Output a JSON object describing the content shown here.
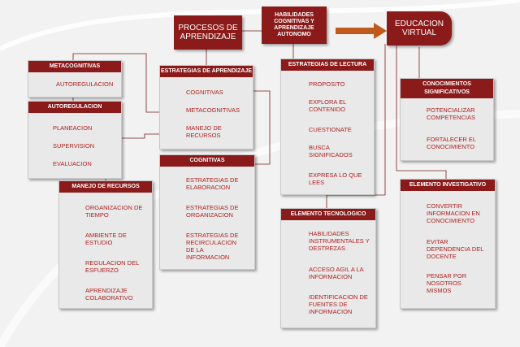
{
  "main": {
    "procesos": "PROCESOS DE APRENDIZAJE",
    "habilidades": "HABILIDADES COGNITIVAS Y APRENDIZAJE AUTONOMO",
    "educacion": "EDUCACION VIRTUAL"
  },
  "metacognitivas": {
    "title": "METACOGNITIVAS",
    "items": [
      "AUTOREGULACION"
    ]
  },
  "autoregulacion": {
    "title": "AUTOREGULACION",
    "items": [
      "PLANEACION",
      "SUPERVISION",
      "EVALUACION"
    ]
  },
  "manejo": {
    "title": "MANEJO DE RECURSOS",
    "items": [
      "ORGANIZACION DE TIEMPO",
      "AMBIENTE DE ESTUDIO",
      "REGULACION DEL ESFUERZO",
      "APRENDIZAJE COLABORATIVO"
    ]
  },
  "estrategias_aprendizaje": {
    "title": "ESTRATEGIAS DE APRENDIZAJE",
    "items": [
      "COGNITIVAS",
      "METACOGNITIVAS",
      "MANEJO DE RECURSOS"
    ]
  },
  "cognitivas": {
    "title": "COGNITIVAS",
    "items": [
      "ESTRATEGIAS DE ELABORACION",
      "ESTRATEGIAS DE ORGANIZACION",
      "ESTRATEGIAS DE RECIRCULACION DE LA INFORMACION"
    ]
  },
  "lectura": {
    "title": "ESTRATEGIAS DE LECTURA",
    "items": [
      "PROPOSITO",
      "EXPLORA EL CONTENIDO",
      "CUESTIONATE",
      "BUSCA SIGNIFICADOS",
      "EXPRESA LO QUE LEES"
    ]
  },
  "tecnologico": {
    "title": "ELEMENTO TECNOLOGICO",
    "items": [
      "HABILIDADES INSTRUMENTALES Y DESTREZAS",
      "ACCESO AGIL A LA INFORMACION",
      "IDENTIFICACION DE FUENTES DE INFORMACION"
    ]
  },
  "conocimientos": {
    "title": "CONOCIMIENTOS SIGNIFICATIVOS",
    "items": [
      "POTENCIALIZAR COMPETENCIAS",
      "FORTALECER EL CONOCIMIENTO"
    ]
  },
  "investigativo": {
    "title": "ELEMENTO INVESTIGATIVO",
    "items": [
      "CONVERTIR INFORMACION EN CONOCIMIENTO",
      "EVITAR DEPENDENCIA DEL DOCENTE",
      "PENSAR POR NOSOTROS MISMOS"
    ]
  },
  "colors": {
    "header": "#8b1a1a",
    "item_text": "#b02020",
    "arrow": "#c05a1a"
  }
}
